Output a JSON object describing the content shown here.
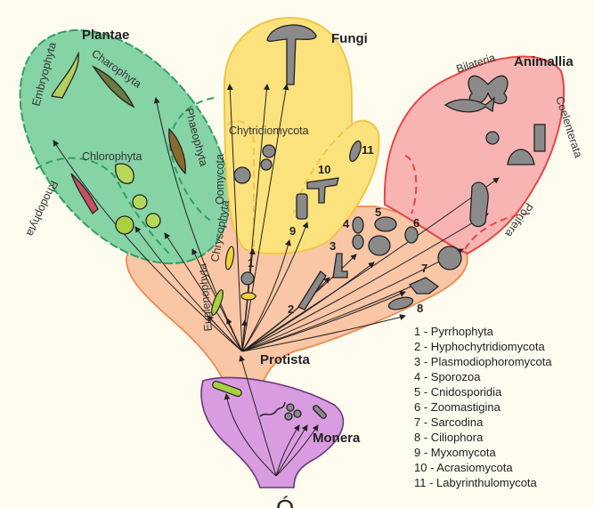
{
  "kingdoms": {
    "plantae": "Plantae",
    "fungi": "Fungi",
    "animalia": "Animallia",
    "protista": "Protista",
    "monera": "Monera"
  },
  "groups": {
    "embryophyta": "Embryophyta",
    "charophyta": "Charophyta",
    "chlorophyta": "Chlorophyta",
    "rhodophyta": "Rhodophyta",
    "phaeophyta": "Phaeophyta",
    "oomycota": "Oomycota",
    "chytridiomycota": "Chytridiomycota",
    "chrysophyta": "Chrysophyta",
    "euglenophyta": "Euglenophyta",
    "bilateria": "Bilateria",
    "coelenterata": "Coelenterata",
    "porifera": "Porifera"
  },
  "numbers": [
    "1",
    "2",
    "3",
    "4",
    "5",
    "6",
    "7",
    "8",
    "9",
    "10",
    "11"
  ],
  "legend": [
    "1 - Pyrrhophyta",
    "2 - Hyphochytridiomycota",
    "3 - Plasmodiophoromycota",
    "4 - Sporozoa",
    "5 - Cnidosporidia",
    "6 - Zoomastigina",
    "7 - Sarcodina",
    "8 - Ciliophora",
    "9 - Myxomycota",
    "10 - Acrasiomycota",
    "11 - Labyrinthulomycota"
  ],
  "footer_glyph": "Ó",
  "colors": {
    "plantae": "#86d3a6",
    "fungi": "#fbe27c",
    "animalia": "#f7b4b2",
    "protista": "#f9c6a6",
    "monera": "#d99ce0"
  }
}
